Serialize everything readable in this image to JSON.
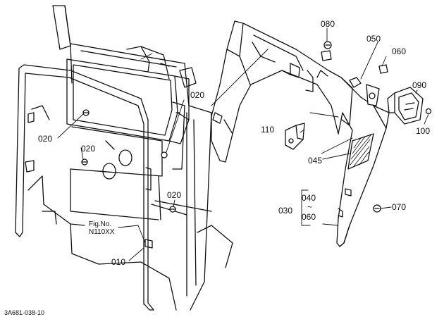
{
  "diagram": {
    "part_labels": {
      "p010": "010",
      "p020a": "020",
      "p020b": "020",
      "p020c": "020",
      "p020d": "020",
      "p030": "030",
      "p040": "040",
      "p040_tilde": "~",
      "p040_to": "060",
      "p045": "045",
      "p050": "050",
      "p060": "060",
      "p070": "070",
      "p080": "080",
      "p090": "090",
      "p100": "100",
      "p110": "110"
    },
    "fig_no_label": "Fig.No.",
    "fig_no_value": "N110XX",
    "drawing_code": "3A681-038-10"
  }
}
